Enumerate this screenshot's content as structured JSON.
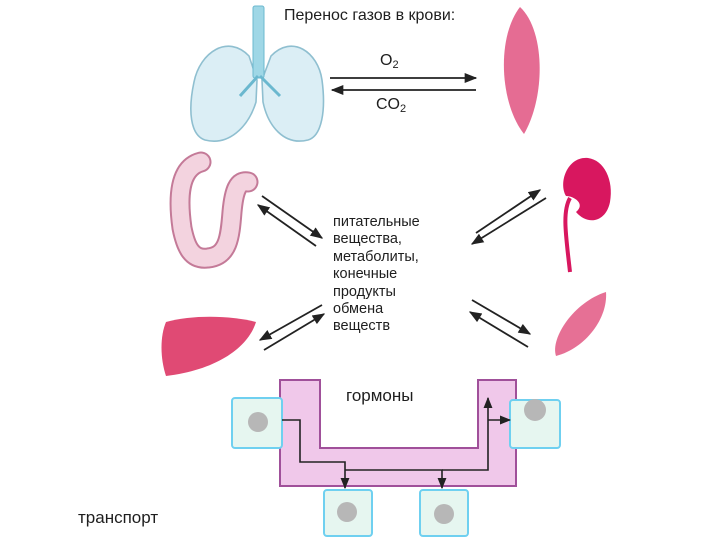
{
  "title": "Перенос газов в крови:",
  "gas_labels": {
    "oxygen_base": "O",
    "oxygen_sub": "2",
    "carbon_base": "CO",
    "carbon_sub": "2"
  },
  "substances_lines": [
    "питательные",
    "вещества,",
    "метаболиты,",
    "конечные",
    "продукты",
    "обмена",
    "веществ"
  ],
  "hormones_label": "гормоны",
  "transport_label": "транспорт",
  "colors": {
    "lung_fill": "#dbeef5",
    "lung_stroke": "#8fbfd0",
    "trachea": "#9fd7e6",
    "organ_pink": "#e3608a",
    "intestine_fill": "#f3d3df",
    "liver": "#e04a74",
    "kidney": "#d8175f",
    "hormone_band": "#f0c8ea",
    "hormone_stroke": "#a0509a",
    "cell_fill": "#e6f6f0",
    "cell_stroke": "#6fd0f0",
    "nucleus": "#b7b7b7",
    "arrow": "#222222"
  }
}
